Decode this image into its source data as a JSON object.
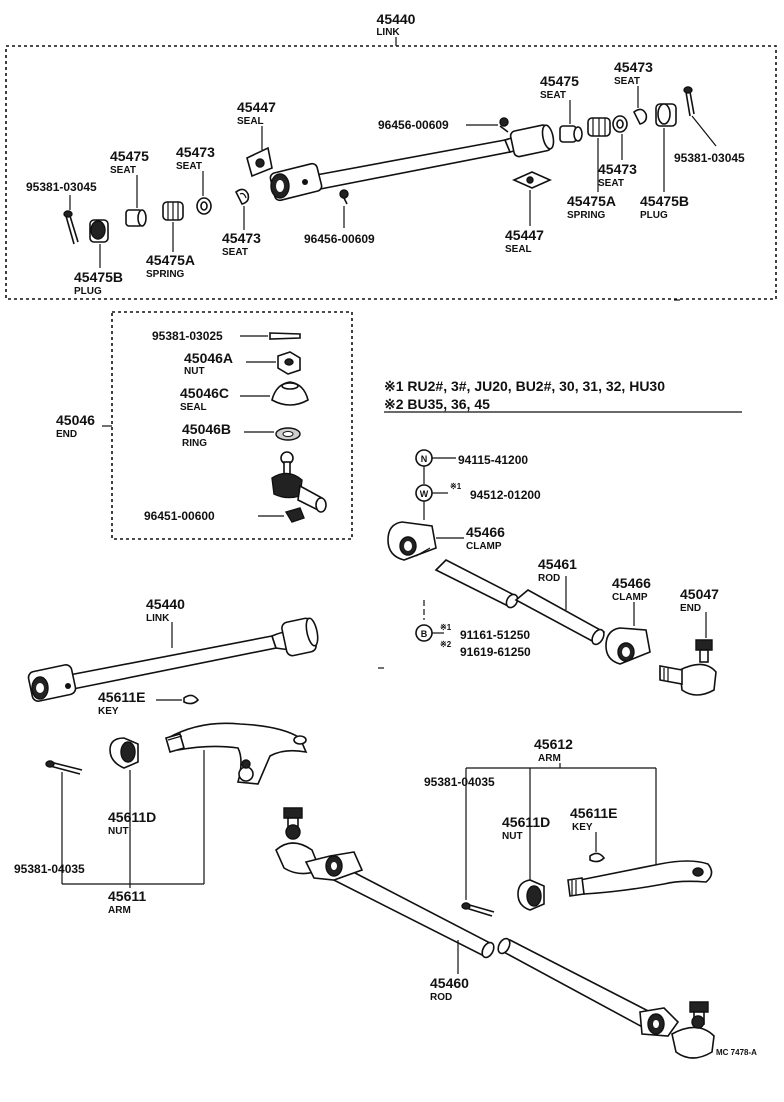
{
  "top_group": {
    "number": "45440",
    "name": "LINK"
  },
  "top": {
    "seat_left_1": {
      "number": "45475",
      "name": "SEAT"
    },
    "seat_left_2": {
      "number": "45473",
      "name": "SEAT"
    },
    "seal_left": {
      "number": "45447",
      "name": "SEAL"
    },
    "bolt_top": "96456-00609",
    "seat_right_1": {
      "number": "45475",
      "name": "SEAT"
    },
    "seat_right_2": {
      "number": "45473",
      "name": "SEAT"
    },
    "pin_left": "95381-03045",
    "plug_left": {
      "number": "45475B",
      "name": "PLUG"
    },
    "spring_left": {
      "number": "45475A",
      "name": "SPRING"
    },
    "seat_left_3": {
      "number": "45473",
      "name": "SEAT"
    },
    "bolt_bottom": "96456-00609",
    "seal_right": {
      "number": "45447",
      "name": "SEAL"
    },
    "seat_right_3": {
      "number": "45473",
      "name": "SEAT"
    },
    "spring_right": {
      "number": "45475A",
      "name": "SPRING"
    },
    "plug_right": {
      "number": "45475B",
      "name": "PLUG"
    },
    "pin_right": "95381-03045"
  },
  "end_group": {
    "number": "45046",
    "name": "END",
    "pin": "95381-03025",
    "nut": {
      "number": "45046A",
      "name": "NUT"
    },
    "seal": {
      "number": "45046C",
      "name": "SEAL"
    },
    "ring": {
      "number": "45046B",
      "name": "RING"
    },
    "fitting": "96451-00600"
  },
  "notes": {
    "line1": "※1 RU2#, 3#, JU20, BU2#, 30, 31, 32, HU30",
    "line2": "※2 BU35, 36, 45"
  },
  "rod_group": {
    "n_symbol": "N",
    "n_part": "94115-41200",
    "w_symbol": "W",
    "w_mark": "※1",
    "w_part": "94512-01200",
    "clamp_top": {
      "number": "45466",
      "name": "CLAMP"
    },
    "rod": {
      "number": "45461",
      "name": "ROD"
    },
    "clamp_bottom": {
      "number": "45466",
      "name": "CLAMP"
    },
    "end": {
      "number": "45047",
      "name": "END"
    },
    "b_symbol": "B",
    "b_mark_1": "※1",
    "b_part_1": "91161-51250",
    "b_mark_2": "※2",
    "b_part_2": "91619-61250"
  },
  "lower_left": {
    "link": {
      "number": "45440",
      "name": "LINK"
    },
    "key": {
      "number": "45611E",
      "name": "KEY"
    },
    "nut": {
      "number": "45611D",
      "name": "NUT"
    },
    "pin": "95381-04035",
    "arm": {
      "number": "45611",
      "name": "ARM"
    }
  },
  "lower_right": {
    "arm": {
      "number": "45612",
      "name": "ARM"
    },
    "pin": "95381-04035",
    "nut": {
      "number": "45611D",
      "name": "NUT"
    },
    "key": {
      "number": "45611E",
      "name": "KEY"
    },
    "rod": {
      "number": "45460",
      "name": "ROD"
    }
  },
  "drawing_code": "MC 7478-A"
}
